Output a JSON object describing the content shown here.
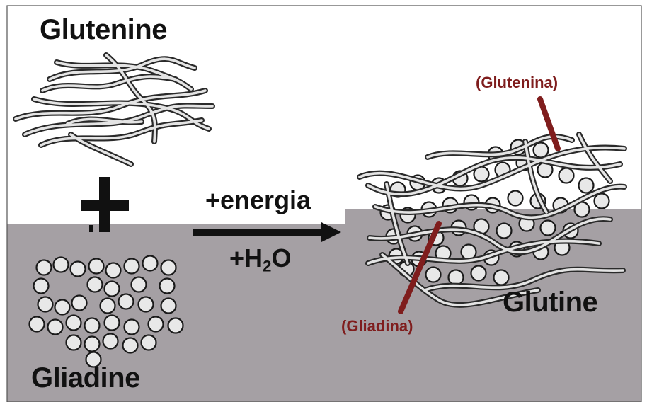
{
  "labels": {
    "glutenine": "Glutenine",
    "gliadine": "Gliadine",
    "glutine": "Glutine",
    "energy": "+energia",
    "water_prefix": "+H",
    "water_sub": "2",
    "water_suffix": "O",
    "glutenina_tag": "(Glutenina)",
    "gliadina_tag": "(Gliadina)",
    "plus_sign": "+"
  },
  "colors": {
    "page": "#ffffff",
    "lower_band": "#a5a0a4",
    "text": "#111111",
    "annotation_red": "#7f1d1d",
    "fiber_stroke": "#2a2a2a",
    "fiber_fill": "#e4e4e4",
    "bead_stroke": "#1a1a1a"
  },
  "icons": [
    "arrow-right-icon",
    "plus-icon",
    "glutenin-fibers-icon",
    "gliadin-beads-icon",
    "gluten-network-icon"
  ]
}
